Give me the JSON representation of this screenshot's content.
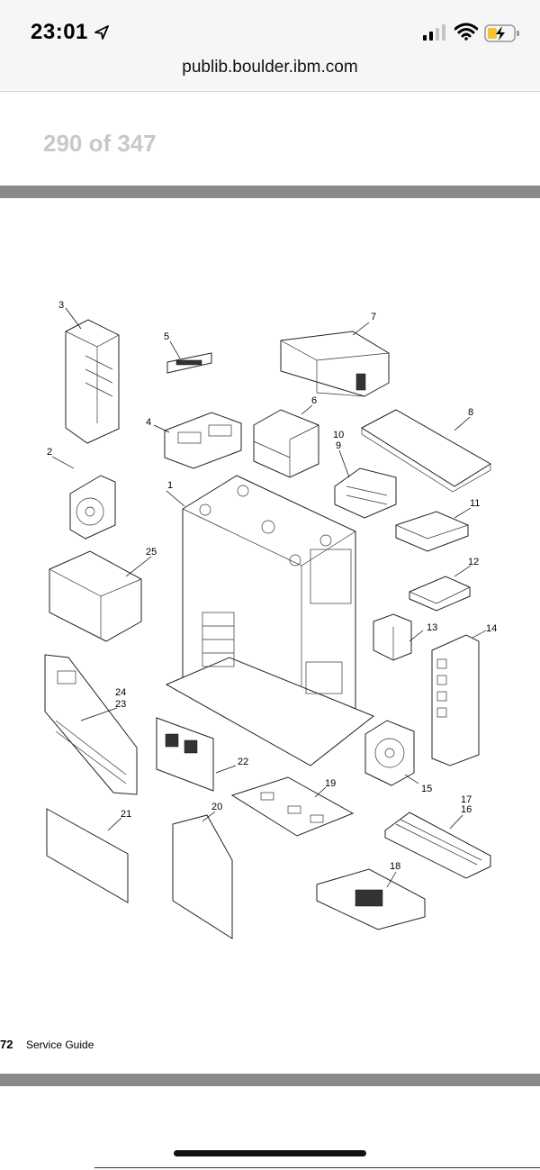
{
  "status": {
    "time": "23:01",
    "icons": [
      "location-arrow-icon",
      "signal-icon",
      "wifi-icon",
      "battery-charging-icon"
    ]
  },
  "browser": {
    "url": "publib.boulder.ibm.com"
  },
  "viewer": {
    "page_counter": "290 of 347"
  },
  "diagram": {
    "callouts": [
      "1",
      "2",
      "3",
      "4",
      "5",
      "6",
      "7",
      "8",
      "9",
      "10",
      "11",
      "12",
      "13",
      "14",
      "15",
      "16",
      "17",
      "18",
      "19",
      "20",
      "21",
      "22",
      "23",
      "24",
      "25"
    ]
  },
  "footer": {
    "page_number": "72",
    "title": "Service Guide"
  }
}
